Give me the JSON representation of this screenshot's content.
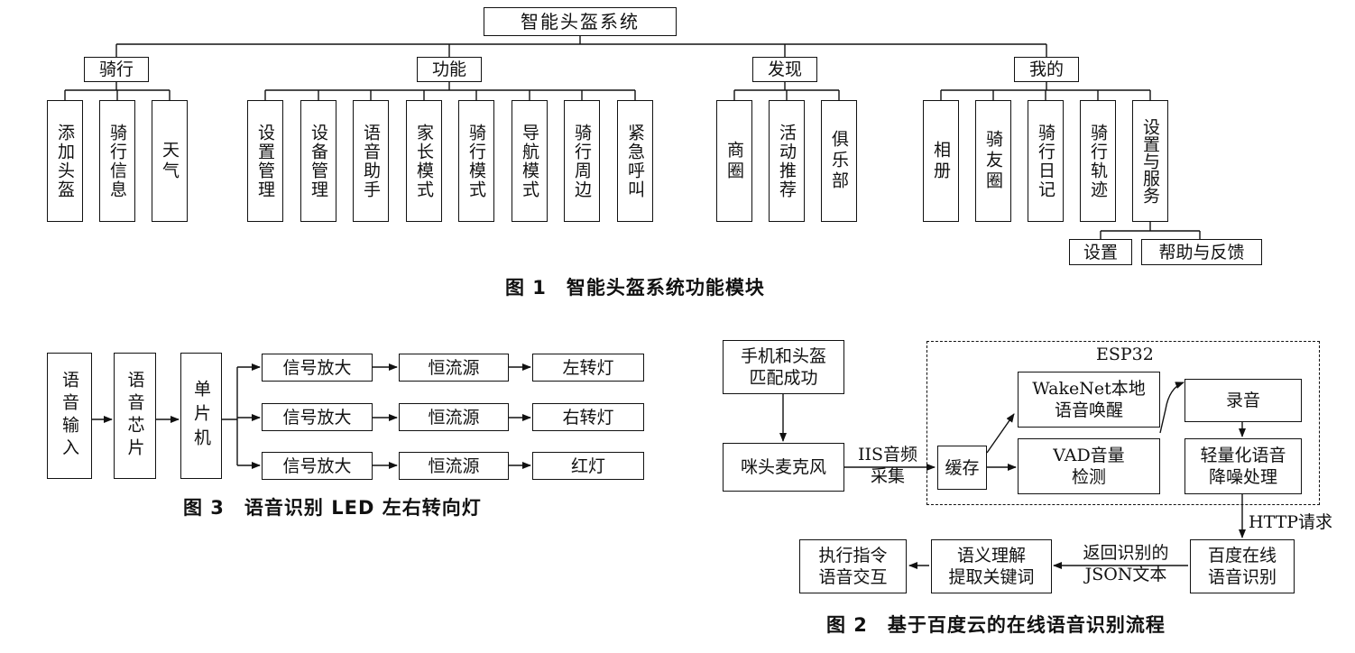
{
  "fig1": {
    "root": "智能头盔系统",
    "groups": [
      {
        "label": "骑行",
        "children": [
          "添加头盔",
          "骑行信息",
          "天气"
        ]
      },
      {
        "label": "功能",
        "children": [
          "设置管理",
          "设备管理",
          "语音助手",
          "家长模式",
          "骑行模式",
          "导航模式",
          "骑行周边",
          "紧急呼叫"
        ]
      },
      {
        "label": "发现",
        "children": [
          "商圈",
          "活动推荐",
          "俱乐部"
        ]
      },
      {
        "label": "我的",
        "children": [
          "相册",
          "骑友圈",
          "骑行日记",
          "骑行轨迹",
          "设置与服务"
        ]
      }
    ],
    "sub_children": [
      "设置",
      "帮助与反馈"
    ],
    "caption": "图 1　智能头盔系统功能模块"
  },
  "fig3": {
    "input": "语音输入",
    "chip": "语音芯片",
    "mcu": "单片机",
    "rows": [
      {
        "amp": "信号放大",
        "src": "恒流源",
        "out": "左转灯"
      },
      {
        "amp": "信号放大",
        "src": "恒流源",
        "out": "右转灯"
      },
      {
        "amp": "信号放大",
        "src": "恒流源",
        "out": "红灯"
      }
    ],
    "caption": "图 3　语音识别 LED 左右转向灯"
  },
  "fig2": {
    "pair": "手机和头盔\n匹配成功",
    "mic": "咪头麦克风",
    "iis": "IIS音频\n采集",
    "esp": "ESP32",
    "cache": "缓存",
    "wakenet": "WakeNet本地\n语音唤醒",
    "vad": "VAD音量\n检测",
    "record": "录音",
    "denoise": "轻量化语音\n降噪处理",
    "http": "HTTP请求",
    "baidu": "百度在线\n语音识别",
    "json": "返回识别的\nJSON文本",
    "nlu": "语义理解\n提取关键词",
    "exec": "执行指令\n语音交互",
    "caption": "图 2　基于百度云的在线语音识别流程"
  }
}
